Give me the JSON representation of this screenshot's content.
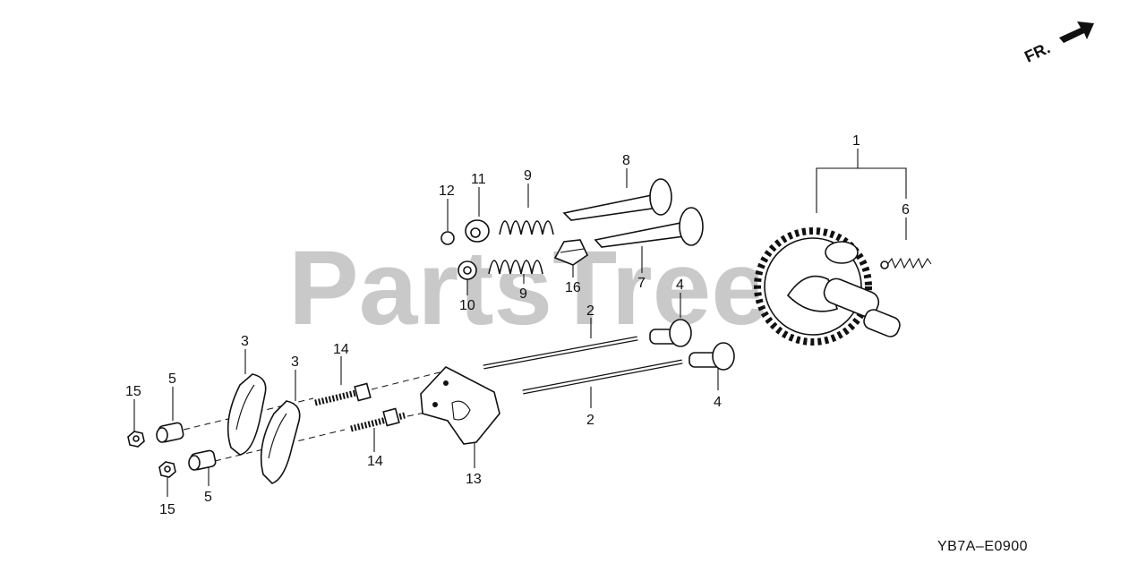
{
  "diagram": {
    "code": "YB7A–E0900",
    "front_indicator": "FR.",
    "watermark": {
      "line1": "PartsTree",
      "line2": ""
    },
    "callouts": {
      "c1": "1",
      "c2a": "2",
      "c2b": "2",
      "c3a": "3",
      "c3b": "3",
      "c4a": "4",
      "c4b": "4",
      "c5a": "5",
      "c5b": "5",
      "c6": "6",
      "c7": "7",
      "c8": "8",
      "c9a": "9",
      "c9b": "9",
      "c10": "10",
      "c11": "11",
      "c12": "12",
      "c13": "13",
      "c14a": "14",
      "c14b": "14",
      "c15a": "15",
      "c15b": "15",
      "c16": "16"
    }
  }
}
